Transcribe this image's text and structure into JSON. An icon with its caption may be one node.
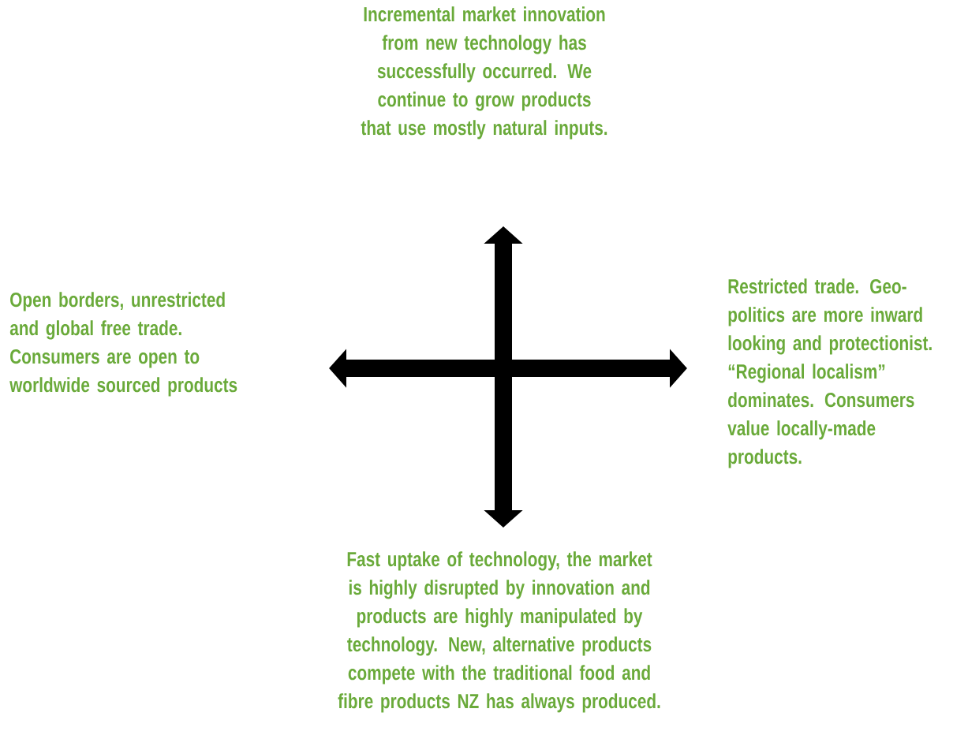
{
  "diagram": {
    "labels": [
      "Incremental market innovation from new technology has successfully occurred. We continue to grow products that use mostly natural inputs.",
      "Open borders, unrestricted and global free trade. Consumers are open to worldwide sourced products",
      "Restricted trade. Geo-politics are more inward looking and protectionist. “Regional localism” dominates. Consumers value locally-made products.",
      "Fast uptake of technology, the market is highly disrupted by innovation and products are highly manipulated by technology. New, alternative products compete with the traditional food and fibre products NZ has always produced."
    ]
  }
}
